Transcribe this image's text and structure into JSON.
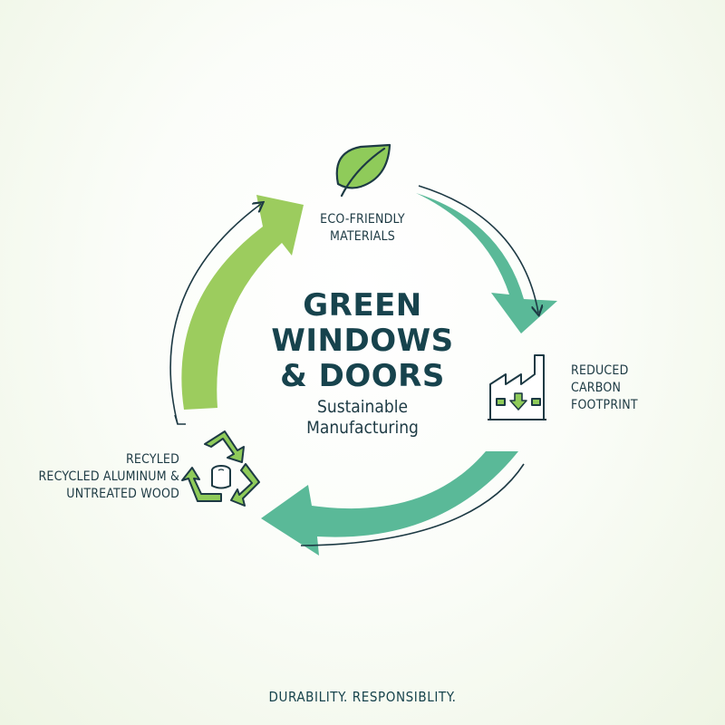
{
  "center": {
    "title_lines": [
      "GREEN",
      "WINDOWS",
      "& DOORS"
    ],
    "subtitle_lines": [
      "Sustainable",
      "Manufacturing"
    ]
  },
  "nodes": [
    {
      "id": "eco",
      "icon": "leaf-icon",
      "lines": [
        "ECO-FRIENDLY",
        "MATERIALS"
      ]
    },
    {
      "id": "carbon",
      "icon": "factory-icon",
      "lines": [
        "REDUCED",
        "CARBON",
        "FOOTPRINT"
      ]
    },
    {
      "id": "recycled",
      "icon": "recycle-icon",
      "lines": [
        "RECYLED",
        "RECYCLED ALUMINUM &",
        "UNTREATED WOOD"
      ]
    }
  ],
  "tagline": "DURABILITY. RESPONSIBLITY.",
  "colors": {
    "teal_arrow": "#5ab998",
    "green_arrow": "#9ccc5e",
    "dark_text": "#1d3a44",
    "icon_green": "#8fcb5a"
  }
}
